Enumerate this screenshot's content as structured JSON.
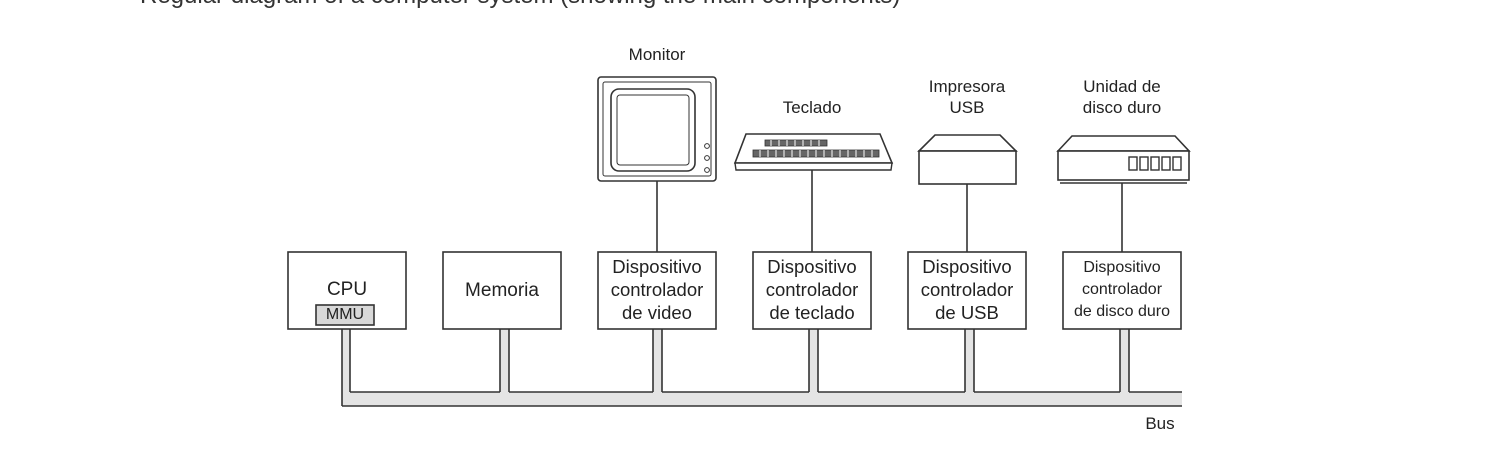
{
  "top_text": "Regular diagram of a computer system (showing the main components)",
  "cpu": {
    "label": "CPU",
    "mmu_label": "MMU"
  },
  "memory": {
    "label": "Memoria"
  },
  "controllers": [
    {
      "lines": [
        "Dispositivo",
        "controlador",
        "de video"
      ]
    },
    {
      "lines": [
        "Dispositivo",
        "controlador",
        "de teclado"
      ]
    },
    {
      "lines": [
        "Dispositivo",
        "controlador",
        "de USB"
      ]
    },
    {
      "lines": [
        "Dispositivo",
        "controlador",
        "de disco duro"
      ]
    }
  ],
  "devices": {
    "monitor": {
      "label": "Monitor",
      "icon": "monitor-icon"
    },
    "keyboard": {
      "label": "Teclado",
      "icon": "keyboard-icon"
    },
    "printer": {
      "lines": [
        "Impresora",
        "USB"
      ],
      "icon": "printer-icon"
    },
    "disk": {
      "lines": [
        "Unidad de",
        "disco duro"
      ],
      "icon": "hard-disk-icon"
    }
  },
  "bus": {
    "label": "Bus"
  },
  "colors": {
    "line": "#333333",
    "bus_fill": "#e4e4e4",
    "mmu_fill": "#d8d8d8",
    "box_fill": "#ffffff"
  }
}
